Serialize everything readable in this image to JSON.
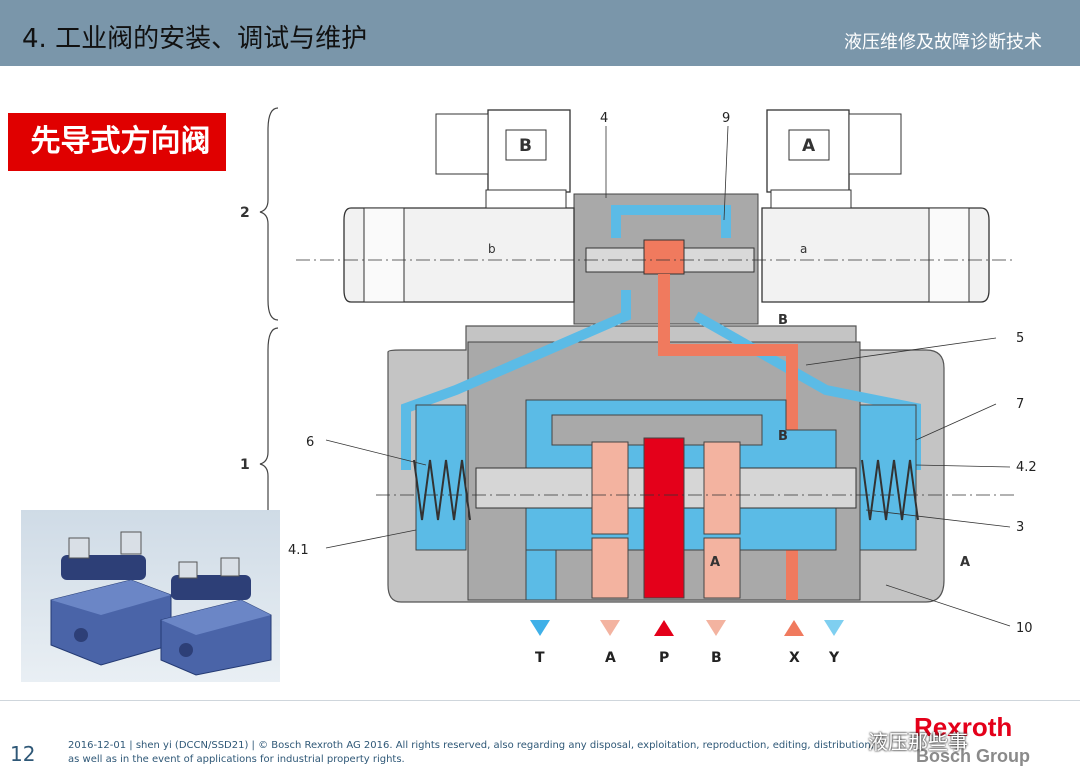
{
  "header": {
    "title": "4. 工业阀的安装、调试与维护",
    "subtitle": "液压维修及故障诊断技术"
  },
  "section_label": "先导式方向阀",
  "diagram": {
    "solenoid_left": "B",
    "solenoid_right": "A",
    "solenoid_side_left": "b",
    "solenoid_side_right": "a",
    "section_marks": {
      "b_top": "B",
      "b_bottom": "B",
      "a": "A"
    },
    "brace_labels": [
      "2",
      "1"
    ],
    "callouts": [
      "4",
      "9",
      "5",
      "7",
      "6",
      "4.2",
      "3",
      "4.1",
      "10"
    ],
    "ports": [
      {
        "label": "T",
        "color": "#3fb0e8"
      },
      {
        "label": "A",
        "color": "#f3b3a0"
      },
      {
        "label": "P",
        "color": "#e4001a"
      },
      {
        "label": "B",
        "color": "#f3b3a0"
      },
      {
        "label": "X",
        "color": "#f07a5e"
      },
      {
        "label": "Y",
        "color": "#7fcff0"
      }
    ],
    "colors": {
      "body": "#c8c8c8",
      "dark_body": "#9a9a9a",
      "tank": "#5bbbe6",
      "pressure": "#e4001a",
      "pilot": "#f07a5e",
      "work": "#f3b3a0"
    }
  },
  "product_photo": {
    "icon": "valve-product-photo"
  },
  "footer": {
    "page": "12",
    "line1": "2016-12-01 | shen yi (DCCN/SSD21) | © Bosch Rexroth AG 2016. All rights reserved, also regarding any disposal, exploitation, reproduction, editing, distribution,",
    "line2": "as well as in the event of applications for industrial property rights.",
    "logo_top": "Rexroth",
    "logo_bottom": "Bosch Group",
    "watermark": "液压那些事"
  }
}
